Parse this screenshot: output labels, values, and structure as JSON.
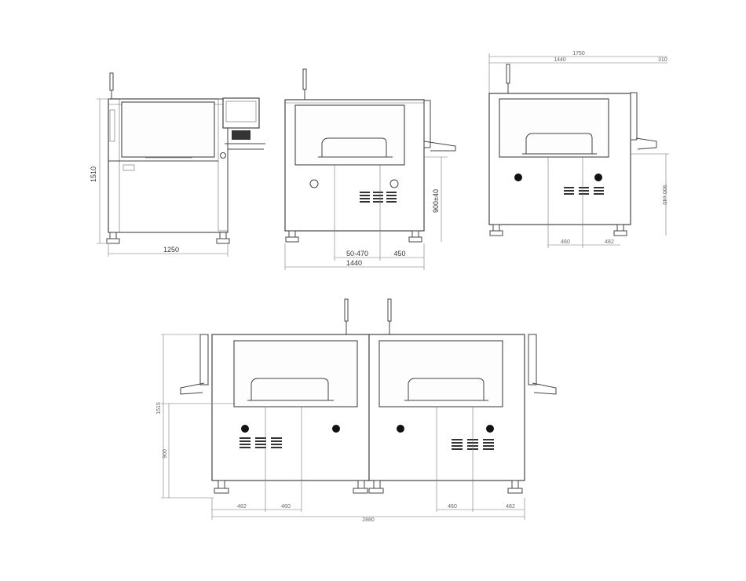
{
  "views": {
    "side": {
      "height_label": "1510",
      "width_label": "1250"
    },
    "front_single": {
      "height_label": "900±40",
      "span_label": "50-470",
      "offset_label": "450",
      "width_label": "1440"
    },
    "rear_single": {
      "total_label": "1750",
      "width_label": "1440",
      "ext_label": "310",
      "height_label": "900 ±40",
      "inner_label": "460",
      "edge_label": "482"
    },
    "front_double": {
      "total_height_label": "1515",
      "height_label": "900",
      "left_edge_label": "482",
      "left_inner_label": "460",
      "right_inner_label": "460",
      "right_edge_label": "482",
      "total_width_label": "2880"
    }
  },
  "colors": {
    "line": "#333333",
    "dimension": "#777777",
    "background": "#ffffff"
  }
}
